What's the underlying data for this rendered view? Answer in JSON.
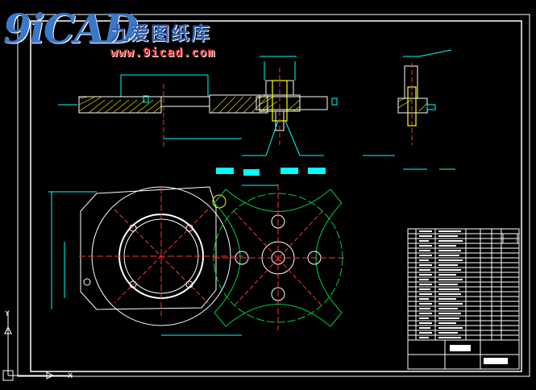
{
  "watermark": {
    "mark": "9iCAD",
    "site_name": "九爱图纸库",
    "url": "www.9icad.com"
  },
  "colors": {
    "background": "#000000",
    "frame": "#ffffff",
    "dimension": "#00ffff",
    "center_line": "#ff3030",
    "part_outline": "#ffffff",
    "secondary_outline": "#00cc44",
    "hatch": "#ffff00",
    "title_block": "#ffffff",
    "ucs": "#ffffff"
  },
  "icons": {
    "ucs": "ucs-axis-icon"
  }
}
